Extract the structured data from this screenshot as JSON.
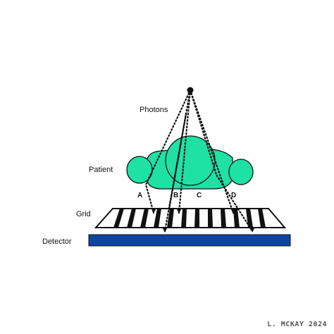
{
  "labels": {
    "photons": "Photons",
    "patient": "Patient",
    "grid": "Grid",
    "detector": "Detector"
  },
  "ray_labels": [
    "A",
    "B",
    "C",
    "D"
  ],
  "credit": "L. MCKAY 2024",
  "colors": {
    "patient_fill": "#1fe1a3",
    "detector_fill": "#0b46a3",
    "outline": "#111111",
    "background": "#ffffff"
  },
  "icons": {
    "source": "point-source-dot",
    "patient": "patient-body-blob",
    "grid": "anti-scatter-grid",
    "detector": "detector-plate"
  }
}
